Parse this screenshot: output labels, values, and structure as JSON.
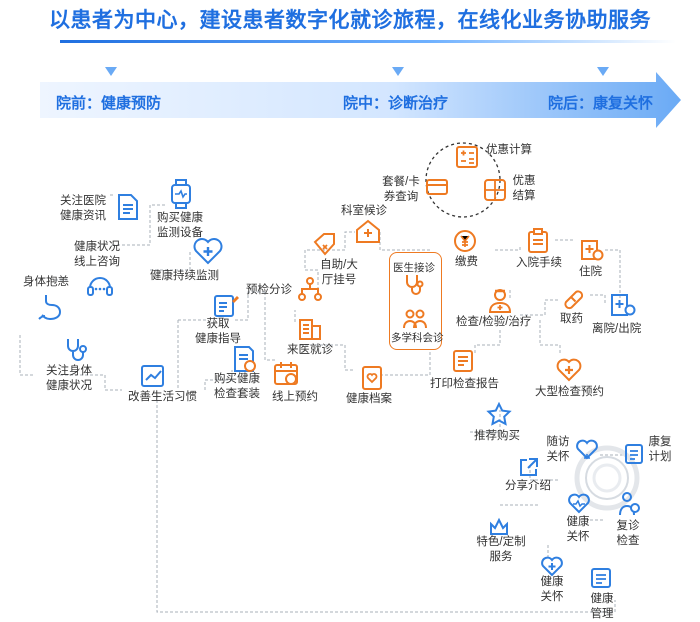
{
  "title": "以患者为中心，建设患者数字化就诊旅程，在线化业务协助服务",
  "stages": [
    "院前：健康预防",
    "院中：诊断治疗",
    "院后：康复关怀"
  ],
  "pre": {
    "follow": [
      "关注医院",
      "健康资讯"
    ],
    "buy_device": [
      "购买健康",
      "监测设备"
    ],
    "consult": [
      "健康状况",
      "线上咨询"
    ],
    "monitor": "健康持续监测",
    "discomfort": "身体抱恙",
    "guidance": [
      "获取",
      "健康指导"
    ],
    "body_status": [
      "关注身体",
      "健康状况"
    ],
    "habits": "改善生活习惯",
    "buy_package": [
      "购买健康",
      "检查套装"
    ],
    "online_appt": "线上预约"
  },
  "mid": {
    "dept_wait": "科室候诊",
    "package_query": [
      "套餐/卡",
      "券查询"
    ],
    "discount": "优惠计算",
    "settle": [
      "优惠",
      "结算"
    ],
    "triage": "预检分诊",
    "self_register": [
      "自助/大",
      "厅挂号"
    ],
    "visit": "来医就诊",
    "records": "健康档案",
    "doctor_visit": "医生接诊",
    "mdt": "多学科会诊",
    "pay": "缴费",
    "admit": "入院手续",
    "hospitalize": "住院",
    "exam": "检查/检验/治疗",
    "medicine": "取药",
    "leave": "离院/出院",
    "print_report": "打印检查报告",
    "big_exam": "大型检查预约"
  },
  "post": {
    "recommend": "推荐购买",
    "followup": [
      "随访",
      "关怀"
    ],
    "rehab": [
      "康复",
      "计划"
    ],
    "share": "分享介绍",
    "care": [
      "健康",
      "关怀"
    ],
    "revisit": [
      "复诊",
      "检查"
    ],
    "special": [
      "特色/定制",
      "服务"
    ],
    "care2": [
      "健康",
      "关怀"
    ],
    "manage": [
      "健康",
      "管理"
    ]
  },
  "icons": {
    "blue": "#2f7fe0",
    "orange": "#ee7a22",
    "line": "#9aa3ad"
  }
}
